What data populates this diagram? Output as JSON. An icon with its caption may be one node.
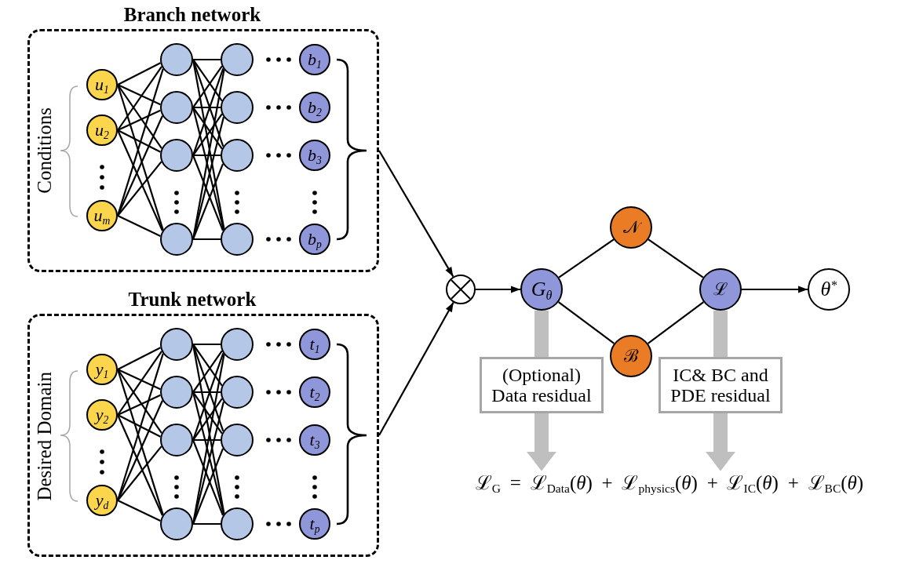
{
  "diagram": {
    "nodes": [
      {
        "text": [
          "Branch network"
        ]
      },
      {
        "text": [
          "u$_{1}$"
        ],
        "in": 0
      },
      {
        "text": [
          "u$_{2}$"
        ],
        "in": 0
      },
      {
        "text": [
          "u$_{m}$"
        ],
        "in": 0
      },
      {
        "text": [],
        "shape": "circle",
        "in": 0
      },
      {
        "text": [],
        "shape": "circle",
        "in": 0
      },
      {
        "text": [],
        "shape": "circle",
        "in": 0
      },
      {
        "text": [],
        "shape": "circle",
        "in": 0
      },
      {
        "text": [],
        "shape": "circle",
        "in": 0
      },
      {
        "text": [],
        "shape": "circle",
        "in": 0
      },
      {
        "text": [],
        "shape": "circle",
        "in": 0
      },
      {
        "text": [],
        "shape": "circle",
        "in": 0
      },
      {
        "text": [
          "b$_{1}$"
        ],
        "in": 0
      },
      {
        "text": [
          "b$_{2}$"
        ],
        "in": 0
      },
      {
        "text": [
          "b$_{3}$"
        ],
        "in": 0
      },
      {
        "text": [
          "b$_{p}$"
        ],
        "in": 0
      },
      {
        "text": [
          "Trunk network"
        ]
      },
      {
        "text": [
          "y$_{1}$"
        ],
        "in": 16
      },
      {
        "text": [
          "y$_{2}$"
        ],
        "in": 16
      },
      {
        "text": [
          "y$_{d}$"
        ],
        "in": 16
      },
      {
        "text": [],
        "shape": "circle",
        "in": 16
      },
      {
        "text": [],
        "shape": "circle",
        "in": 16
      },
      {
        "text": [],
        "shape": "circle",
        "in": 16
      },
      {
        "text": [],
        "shape": "circle",
        "in": 16
      },
      {
        "text": [],
        "shape": "circle",
        "in": 16
      },
      {
        "text": [],
        "shape": "circle",
        "in": 16
      },
      {
        "text": [],
        "shape": "circle",
        "in": 16
      },
      {
        "text": [],
        "shape": "circle",
        "in": 16
      },
      {
        "text": [
          "t$_{1}$"
        ],
        "in": 16
      },
      {
        "text": [
          "t$_{2}$"
        ],
        "in": 16
      },
      {
        "text": [
          "t$_{3}$"
        ],
        "in": 16
      },
      {
        "text": [
          "t$_{p}$"
        ],
        "in": 16
      },
      {
        "text": [],
        "shape": "crossed-circle"
      },
      {
        "text": [
          "G$_{θ}$"
        ]
      },
      {
        "text": [
          "𝒩"
        ]
      },
      {
        "text": [
          "ℬ"
        ]
      },
      {
        "text": [
          "ℒ"
        ]
      },
      {
        "text": [
          "θ$^{*}$"
        ]
      },
      {
        "text": [
          "(Optional) Data residual"
        ]
      },
      {
        "text": [
          "IC& BC and PDE residual"
        ]
      },
      {
        "text": [
          "ℒ$_{G}$ = ℒ$_{Data}$(*θ*) + ℒ$_{physics}$(*θ*) + ℒ$_{IC}$(*θ*) + ℒ$_{BC}$(*θ*)"
        ]
      }
    ],
    "edges": [
      {
        "from": 0,
        "to": 32,
        "arrow": "to"
      },
      {
        "from": 16,
        "to": 32,
        "arrow": "to"
      },
      {
        "from": 32,
        "to": 33,
        "arrow": "to"
      },
      {
        "from": 33,
        "to": 34,
        "arrow": "none"
      },
      {
        "from": 33,
        "to": 35,
        "arrow": "none"
      },
      {
        "from": 34,
        "to": 36,
        "arrow": "none"
      },
      {
        "from": 35,
        "to": 36,
        "arrow": "none"
      },
      {
        "from": 36,
        "to": 37,
        "arrow": "to"
      },
      {
        "from": 33,
        "to": 38,
        "arrow": "none",
        "style": "thick",
        "color": "#bfbfbf"
      },
      {
        "from": 38,
        "to": 40,
        "arrow": "to",
        "style": "thick",
        "color": "#bfbfbf"
      },
      {
        "from": 36,
        "to": 39,
        "arrow": "none",
        "style": "thick",
        "color": "#bfbfbf"
      },
      {
        "from": 39,
        "to": 40,
        "arrow": "to",
        "style": "thick",
        "color": "#bfbfbf"
      },
      {
        "from": 1,
        "to": 4,
        "arrow": "none"
      },
      {
        "from": 1,
        "to": 5,
        "arrow": "none"
      },
      {
        "from": 1,
        "to": 6,
        "arrow": "none"
      },
      {
        "from": 1,
        "to": 7,
        "arrow": "none"
      },
      {
        "from": 2,
        "to": 4,
        "arrow": "none"
      },
      {
        "from": 2,
        "to": 5,
        "arrow": "none"
      },
      {
        "from": 2,
        "to": 6,
        "arrow": "none"
      },
      {
        "from": 2,
        "to": 7,
        "arrow": "none"
      },
      {
        "from": 3,
        "to": 4,
        "arrow": "none"
      },
      {
        "from": 3,
        "to": 5,
        "arrow": "none"
      },
      {
        "from": 3,
        "to": 6,
        "arrow": "none"
      },
      {
        "from": 3,
        "to": 7,
        "arrow": "none"
      },
      {
        "from": 4,
        "to": 8,
        "arrow": "none"
      },
      {
        "from": 4,
        "to": 9,
        "arrow": "none"
      },
      {
        "from": 4,
        "to": 10,
        "arrow": "none"
      },
      {
        "from": 4,
        "to": 11,
        "arrow": "none"
      },
      {
        "from": 5,
        "to": 8,
        "arrow": "none"
      },
      {
        "from": 5,
        "to": 9,
        "arrow": "none"
      },
      {
        "from": 5,
        "to": 10,
        "arrow": "none"
      },
      {
        "from": 5,
        "to": 11,
        "arrow": "none"
      },
      {
        "from": 6,
        "to": 8,
        "arrow": "none"
      },
      {
        "from": 6,
        "to": 9,
        "arrow": "none"
      },
      {
        "from": 6,
        "to": 10,
        "arrow": "none"
      },
      {
        "from": 6,
        "to": 11,
        "arrow": "none"
      },
      {
        "from": 7,
        "to": 8,
        "arrow": "none"
      },
      {
        "from": 7,
        "to": 9,
        "arrow": "none"
      },
      {
        "from": 7,
        "to": 10,
        "arrow": "none"
      },
      {
        "from": 7,
        "to": 11,
        "arrow": "none"
      },
      {
        "from": 17,
        "to": 20,
        "arrow": "none"
      },
      {
        "from": 17,
        "to": 21,
        "arrow": "none"
      },
      {
        "from": 17,
        "to": 22,
        "arrow": "none"
      },
      {
        "from": 17,
        "to": 23,
        "arrow": "none"
      },
      {
        "from": 18,
        "to": 20,
        "arrow": "none"
      },
      {
        "from": 18,
        "to": 21,
        "arrow": "none"
      },
      {
        "from": 18,
        "to": 22,
        "arrow": "none"
      },
      {
        "from": 18,
        "to": 23,
        "arrow": "none"
      },
      {
        "from": 19,
        "to": 20,
        "arrow": "none"
      },
      {
        "from": 19,
        "to": 21,
        "arrow": "none"
      },
      {
        "from": 19,
        "to": 22,
        "arrow": "none"
      },
      {
        "from": 19,
        "to": 23,
        "arrow": "none"
      },
      {
        "from": 20,
        "to": 24,
        "arrow": "none"
      },
      {
        "from": 20,
        "to": 25,
        "arrow": "none"
      },
      {
        "from": 20,
        "to": 26,
        "arrow": "none"
      },
      {
        "from": 20,
        "to": 27,
        "arrow": "none"
      },
      {
        "from": 21,
        "to": 24,
        "arrow": "none"
      },
      {
        "from": 21,
        "to": 25,
        "arrow": "none"
      },
      {
        "from": 21,
        "to": 26,
        "arrow": "none"
      },
      {
        "from": 21,
        "to": 27,
        "arrow": "none"
      },
      {
        "from": 22,
        "to": 24,
        "arrow": "none"
      },
      {
        "from": 22,
        "to": 25,
        "arrow": "none"
      },
      {
        "from": 22,
        "to": 26,
        "arrow": "none"
      },
      {
        "from": 22,
        "to": 27,
        "arrow": "none"
      },
      {
        "from": 23,
        "to": 24,
        "arrow": "none"
      },
      {
        "from": 23,
        "to": 25,
        "arrow": "none"
      },
      {
        "from": 23,
        "to": 26,
        "arrow": "none"
      },
      {
        "from": 23,
        "to": 27,
        "arrow": "none"
      }
    ],
    "labels": [
      "Conditions",
      "Desired Domain"
    ]
  }
}
